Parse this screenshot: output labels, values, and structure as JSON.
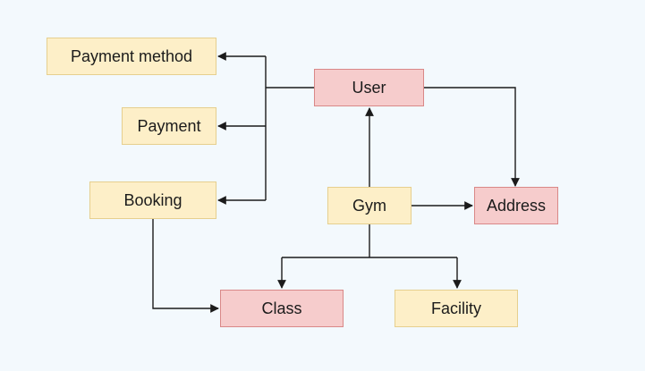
{
  "diagram": {
    "nodes": {
      "payment_method": {
        "label": "Payment method",
        "color": "#fdefc8"
      },
      "payment": {
        "label": "Payment",
        "color": "#fdefc8"
      },
      "booking": {
        "label": "Booking",
        "color": "#fdefc8"
      },
      "user": {
        "label": "User",
        "color": "#f6cccc"
      },
      "gym": {
        "label": "Gym",
        "color": "#fdefc8"
      },
      "address": {
        "label": "Address",
        "color": "#f6cccc"
      },
      "class": {
        "label": "Class",
        "color": "#f6cccc"
      },
      "facility": {
        "label": "Facility",
        "color": "#fdefc8"
      }
    },
    "edges": [
      {
        "from": "user",
        "to": "payment_method"
      },
      {
        "from": "user",
        "to": "payment"
      },
      {
        "from": "user",
        "to": "booking"
      },
      {
        "from": "user",
        "to": "address"
      },
      {
        "from": "gym",
        "to": "user"
      },
      {
        "from": "gym",
        "to": "address"
      },
      {
        "from": "gym",
        "to": "class"
      },
      {
        "from": "gym",
        "to": "facility"
      },
      {
        "from": "booking",
        "to": "class"
      }
    ],
    "colors": {
      "background": "#f3f9fd",
      "entity_yellow": "#fdefc8",
      "entity_red": "#f6cccc",
      "edge": "#1b1b1b"
    }
  }
}
